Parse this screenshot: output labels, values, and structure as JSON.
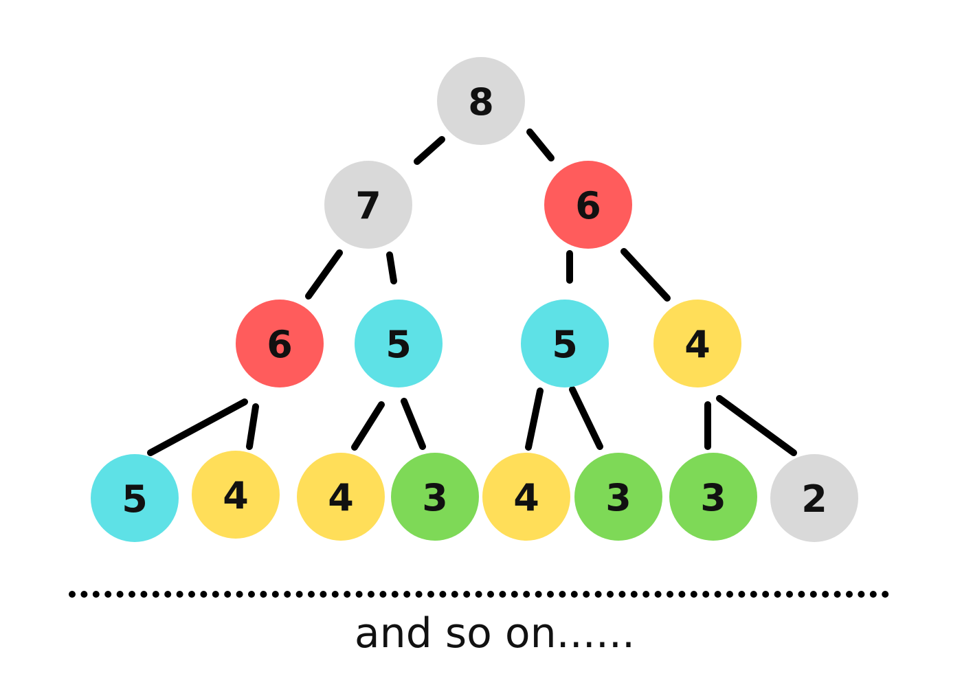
{
  "tree": {
    "nodes": [
      {
        "id": "n1",
        "label": "8",
        "color": "#d9d9d9"
      },
      {
        "id": "n2",
        "label": "7",
        "color": "#d9d9d9"
      },
      {
        "id": "n3",
        "label": "6",
        "color": "#ff5c5c"
      },
      {
        "id": "n4",
        "label": "6",
        "color": "#ff5c5c"
      },
      {
        "id": "n5",
        "label": "5",
        "color": "#5ee1e6"
      },
      {
        "id": "n6",
        "label": "5",
        "color": "#5ee1e6"
      },
      {
        "id": "n7",
        "label": "4",
        "color": "#ffde59"
      },
      {
        "id": "n8",
        "label": "5",
        "color": "#5ee1e6"
      },
      {
        "id": "n9",
        "label": "4",
        "color": "#ffde59"
      },
      {
        "id": "n10",
        "label": "4",
        "color": "#ffde59"
      },
      {
        "id": "n11",
        "label": "3",
        "color": "#7ed957"
      },
      {
        "id": "n12",
        "label": "4",
        "color": "#ffde59"
      },
      {
        "id": "n13",
        "label": "3",
        "color": "#7ed957"
      },
      {
        "id": "n14",
        "label": "3",
        "color": "#7ed957"
      },
      {
        "id": "n15",
        "label": "2",
        "color": "#d9d9d9"
      }
    ],
    "edges": [
      {
        "from": "n1",
        "to": "n2"
      },
      {
        "from": "n1",
        "to": "n3"
      },
      {
        "from": "n2",
        "to": "n4"
      },
      {
        "from": "n2",
        "to": "n5"
      },
      {
        "from": "n3",
        "to": "n6"
      },
      {
        "from": "n3",
        "to": "n7"
      },
      {
        "from": "n4",
        "to": "n8"
      },
      {
        "from": "n4",
        "to": "n9"
      },
      {
        "from": "n5",
        "to": "n10"
      },
      {
        "from": "n5",
        "to": "n11"
      },
      {
        "from": "n6",
        "to": "n12"
      },
      {
        "from": "n6",
        "to": "n13"
      },
      {
        "from": "n7",
        "to": "n14"
      },
      {
        "from": "n7",
        "to": "n15"
      }
    ]
  },
  "caption": "and so on......"
}
